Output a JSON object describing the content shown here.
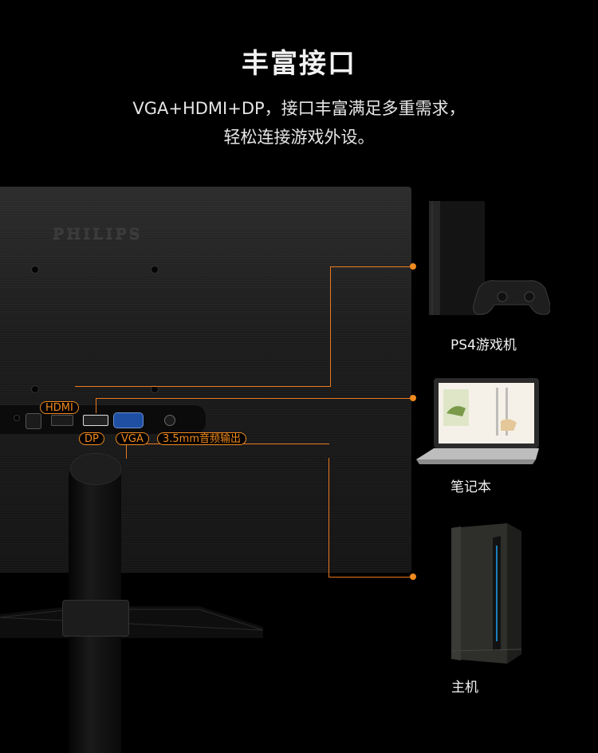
{
  "header": {
    "title": "丰富接口",
    "subtitle_line1": "VGA+HDMI+DP，接口丰富满足多重需求，",
    "subtitle_line2": "轻松连接游戏外设。"
  },
  "monitor": {
    "brand": "PHILIPS"
  },
  "ports": {
    "hdmi": "HDMI",
    "dp": "DP",
    "vga": "VGA",
    "audio": "3.5mm音频输出"
  },
  "devices": {
    "console": "PS4游戏机",
    "laptop": "笔记本",
    "desktop": "主机"
  },
  "colors": {
    "accent": "#f08a1e",
    "background": "#000000"
  }
}
